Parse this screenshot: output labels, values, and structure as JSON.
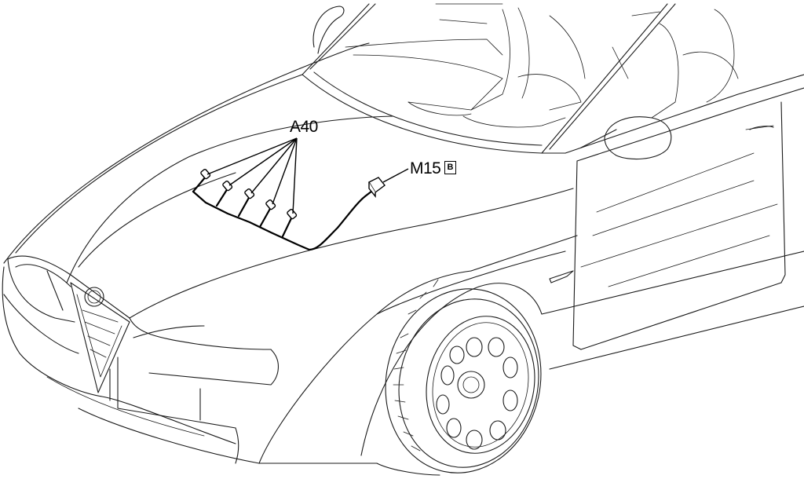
{
  "labels": {
    "component_a": "A40",
    "component_b": "M15",
    "component_b_badge": "B"
  },
  "icons": [
    "car-outline-illustration",
    "wiring-harness",
    "connector-plug",
    "alfa-romeo-badge"
  ]
}
